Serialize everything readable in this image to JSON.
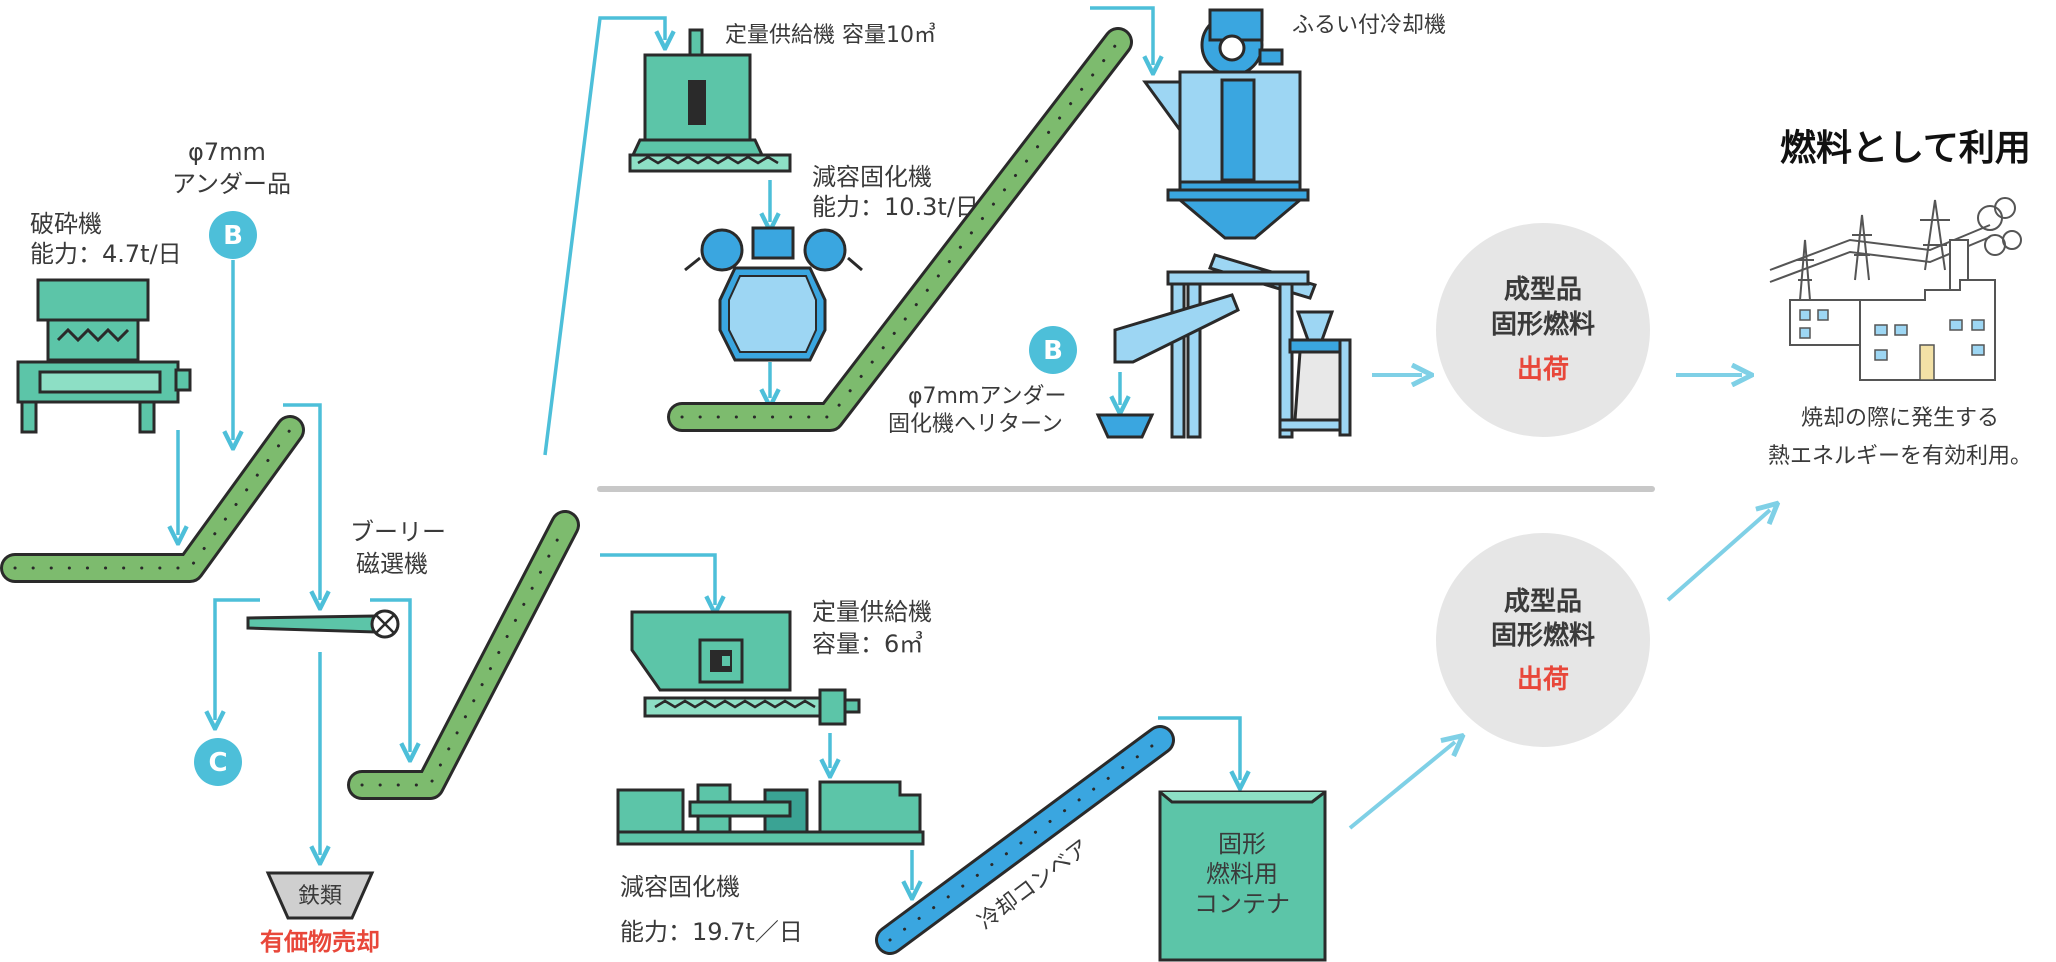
{
  "colors": {
    "machine_teal": "#5cc5a8",
    "machine_blue": "#3aa6e0",
    "conveyor_green": "#7dbb6e",
    "conveyor_blue": "#3aa6e0",
    "arrow": "#4dbfd9",
    "badge": "#4dbfd9",
    "accent_red": "#e8473a",
    "circle_bg": "#e6e6e6",
    "divider": "#c8c8c8"
  },
  "left": {
    "crusher_name": "破砕機",
    "crusher_capacity": "能力：4.7t/日",
    "under_size": "φ7mm",
    "under_label": "アンダー品",
    "badge_b": "B",
    "magnet_line1": "ブーリー",
    "magnet_line2": "磁選機",
    "badge_c": "C",
    "iron_label": "鉄類",
    "iron_sale": "有価物売却"
  },
  "upper": {
    "feeder_label": "定量供給機 容量10㎥",
    "solidifier_name": "減容固化機",
    "solidifier_capacity": "能力：10.3t/日",
    "cooler_label": "ふるい付冷却機",
    "badge_b": "B",
    "return_line1": "φ7mmアンダー",
    "return_line2": "固化機へリターン",
    "product_line1": "成型品",
    "product_line2": "固形燃料",
    "product_ship": "出荷"
  },
  "lower": {
    "feeder_line1": "定量供給機",
    "feeder_line2": "容量：6㎥",
    "solidifier_name": "減容固化機",
    "solidifier_capacity": "能力：19.7t／日",
    "cooling_conveyor": "冷却コンベア",
    "container_line1": "固形",
    "container_line2": "燃料用",
    "container_line3": "コンテナ",
    "product_line1": "成型品",
    "product_line2": "固形燃料",
    "product_ship": "出荷"
  },
  "right": {
    "title": "燃料として利用",
    "desc_line1": "焼却の際に発生する",
    "desc_line2": "熱エネルギーを有効利用。"
  }
}
